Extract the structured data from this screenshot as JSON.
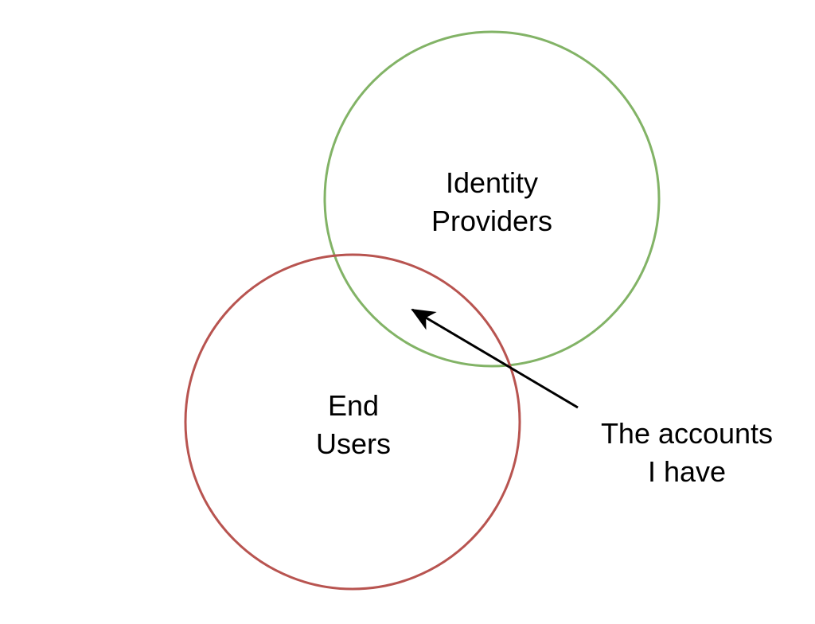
{
  "diagram": {
    "type": "venn",
    "sets": [
      {
        "name_line1": "Identity",
        "name_line2": "Providers",
        "color": "#82b366"
      },
      {
        "name_line1": "End",
        "name_line2": "Users",
        "color": "#b85450"
      }
    ],
    "callout": {
      "line1": "The accounts",
      "line2": "I have",
      "arrow_color": "#000000",
      "points_to": "intersection"
    }
  }
}
